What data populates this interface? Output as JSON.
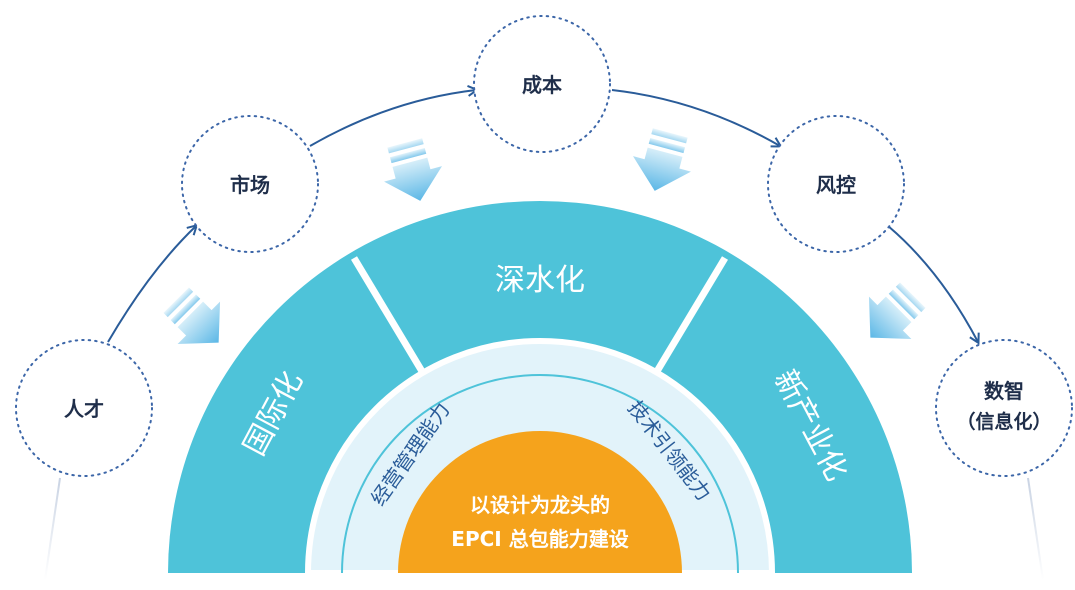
{
  "factors": [
    {
      "id": "talent",
      "label": "人才"
    },
    {
      "id": "market",
      "label": "市场"
    },
    {
      "id": "cost",
      "label": "成本"
    },
    {
      "id": "risk",
      "label": "风控"
    },
    {
      "id": "digital",
      "label": "数智",
      "sublabel": "（信息化）"
    }
  ],
  "outer_ring": {
    "left": "国际化",
    "middle": "深水化",
    "right": "新产业化"
  },
  "inner_ring": {
    "left": "经营管理能力",
    "right": "技术引领能力"
  },
  "core": {
    "line1": "以设计为龙头的",
    "line2": "EPCI 总包能力建设"
  },
  "colors": {
    "teal": "#4EC3D9",
    "light_blue": "#DDF1F8",
    "orange": "#F5A31C",
    "navy": "#2A5C99",
    "dotted": "#3C66A8"
  }
}
